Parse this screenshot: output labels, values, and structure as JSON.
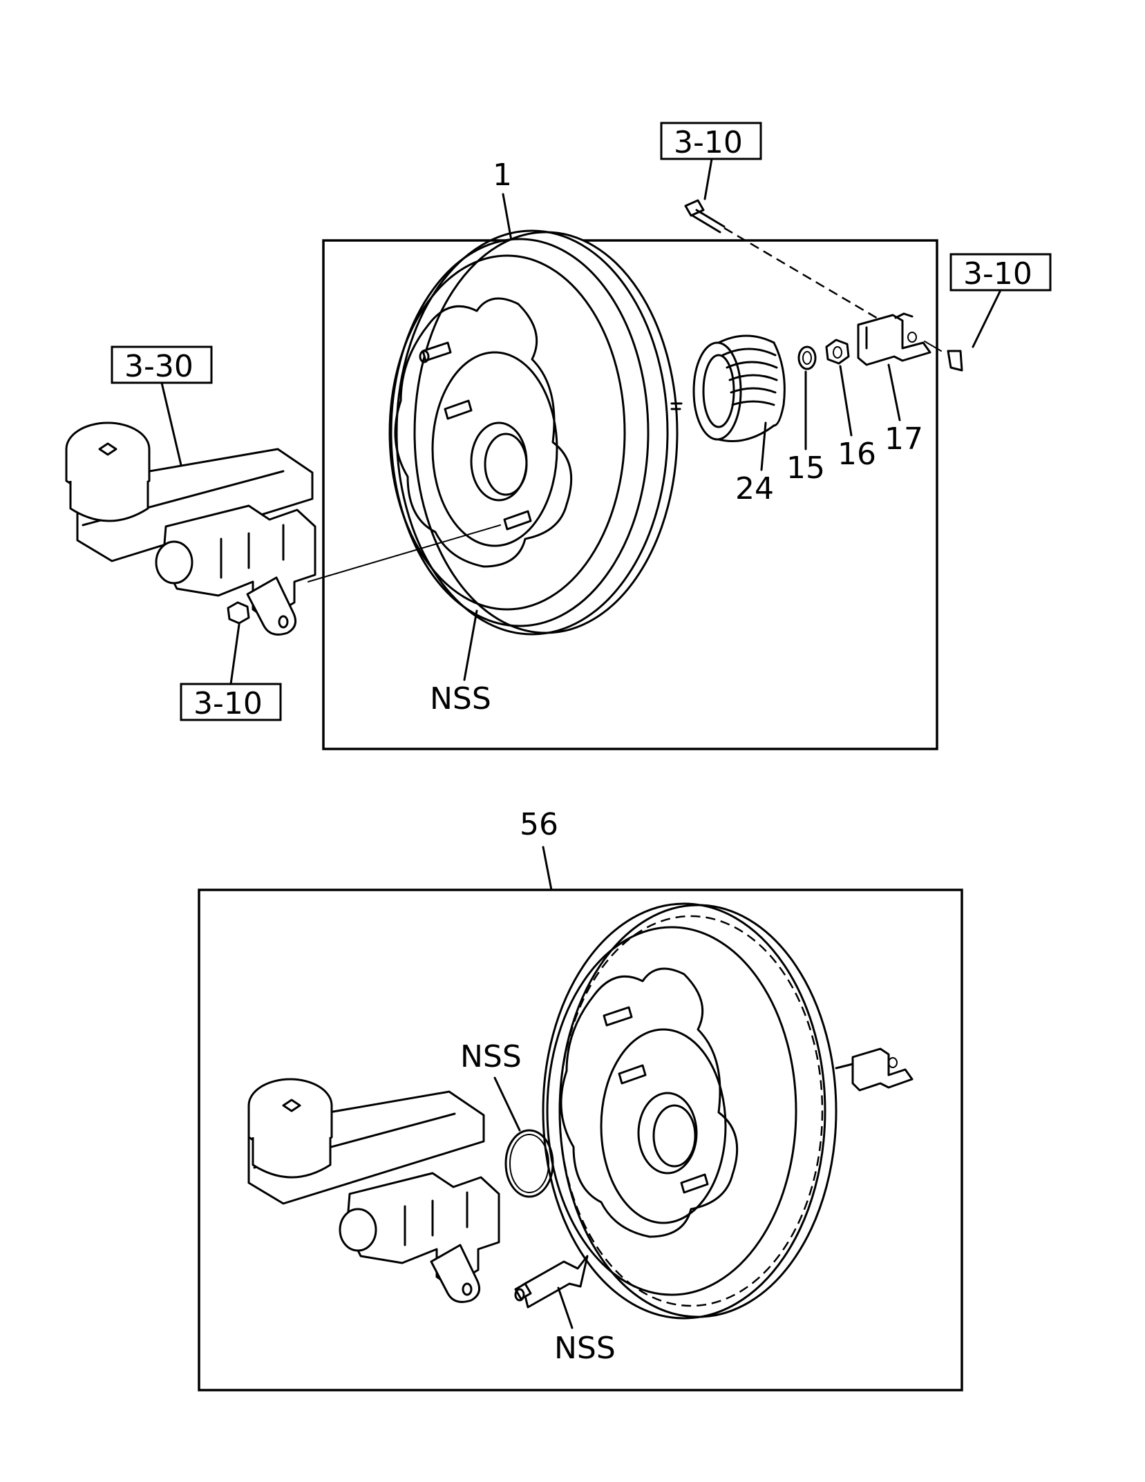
{
  "upper_group": {
    "callout": "1",
    "labels": {
      "ref_bolt": "3-10",
      "ref_pin": "3-10",
      "ref_master_cylinder": "3-30",
      "ref_nut": "3-10",
      "boot": "24",
      "washer": "15",
      "nut": "16",
      "clevis": "17",
      "booster": "NSS"
    }
  },
  "lower_group": {
    "callout": "56",
    "labels": {
      "o_ring": "NSS",
      "grease_tube": "NSS"
    }
  }
}
